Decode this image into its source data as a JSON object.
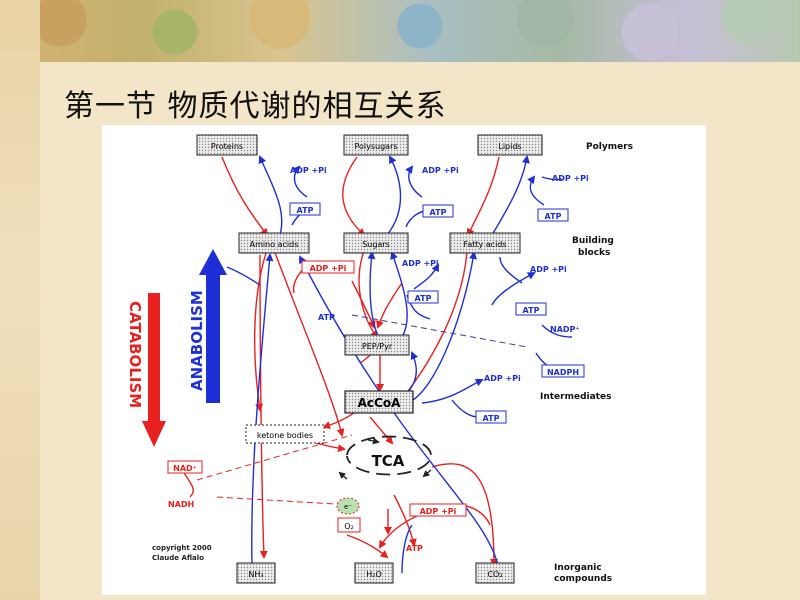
{
  "slide": {
    "title": "第一节 物质代谢的相互关系"
  },
  "diagram": {
    "nodes": {
      "proteins": "Proteins",
      "polysugars": "Polysugars",
      "lipids": "Lipids",
      "amino_acids": "Amino acids",
      "sugars": "Sugars",
      "fatty_acids": "Fatty acids",
      "pep_pyr": "PEP/Pyr",
      "accoa": "AcCoA",
      "ketone_bodies": "ketone bodies",
      "tca": "TCA",
      "electron": "e⁻",
      "o2": "O₂",
      "nh3": "NH₃",
      "h2o": "H₂O",
      "co2": "CO₂"
    },
    "energy": {
      "adp_pi": "ADP +Pi",
      "atp": "ATP",
      "nadp": "NADP⁺",
      "nadph": "NADPH",
      "nad": "NAD⁺",
      "nadh": "NADH"
    },
    "levels": {
      "polymers": "Polymers",
      "building_blocks_1": "Building",
      "building_blocks_2": "blocks",
      "intermediates": "Intermediates",
      "inorganic_1": "Inorganic",
      "inorganic_2": "compounds"
    },
    "side_labels": {
      "anabolism": "ANABOLISM",
      "catabolism": "CATABOLISM"
    },
    "copyright_1": "copyright 2000",
    "copyright_2": "Claude Aflalo",
    "colors": {
      "catabolic": "#e8201f",
      "anabolic": "#1f2fd6",
      "box_fill": "#d9d9d9",
      "dash": "#3a3a9a"
    }
  }
}
